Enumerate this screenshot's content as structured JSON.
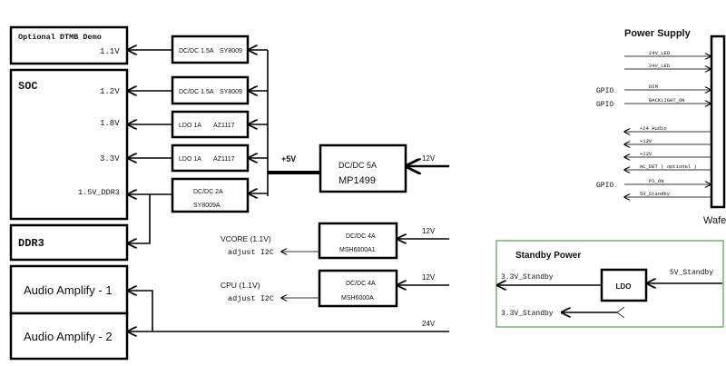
{
  "left_blocks": {
    "dtmb": {
      "title": "Optional DTMB Demo",
      "rail": "1.1V"
    },
    "soc": {
      "title": "SOC",
      "rails": [
        "1.2V",
        "1.8V",
        "3.3V",
        "1.5V_DDR3"
      ]
    },
    "ddr3": {
      "title": "DDR3"
    },
    "amp1": {
      "title": "Audio Amplify - 1"
    },
    "amp2": {
      "title": "Audio Amplify - 2"
    }
  },
  "regulators": [
    {
      "type": "DC/DC 1.5A",
      "part": "SY8009"
    },
    {
      "type": "DC/DC 1.5A",
      "part": "SY8009"
    },
    {
      "type": "LDO 1A",
      "part": "AZ1117"
    },
    {
      "type": "LDO 1A",
      "part": "AZ1117"
    },
    {
      "type": "DC/DC 2A",
      "part": "SY8009A"
    }
  ],
  "main_converter": {
    "type": "DC/DC 5A",
    "part": "MP1499",
    "output": "+5V",
    "input": "12V"
  },
  "vcore": {
    "label": "VCORE (1.1V)",
    "adjust": "adjust  I2C",
    "type": "DC/DC 4A",
    "part": "MSH6000A1",
    "input": "12V"
  },
  "cpu": {
    "label": "CPU (1.1V)",
    "adjust": "adjust  I2C",
    "type": "DC/DC 4A",
    "part": "MSH6000A",
    "input": "12V"
  },
  "audio_rail": "24V",
  "power_supply": {
    "title": "Power Supply",
    "connector": "Wafe",
    "signals": [
      {
        "label": "24V_LED",
        "gpio": "",
        "dir": "in"
      },
      {
        "label": "24V_LED",
        "gpio": "",
        "dir": "in"
      },
      {
        "label": "DIM",
        "gpio": "GPIO",
        "dir": "in"
      },
      {
        "label": "BACKLIGHT_ON",
        "gpio": "GPIO",
        "dir": "in"
      },
      {
        "label": "+24 Audio",
        "gpio": "",
        "dir": "out"
      },
      {
        "label": "+12V",
        "gpio": "",
        "dir": "out"
      },
      {
        "label": "+12V",
        "gpio": "",
        "dir": "out"
      },
      {
        "label": "AC_DET ( optional )",
        "gpio": "",
        "dir": "out"
      },
      {
        "label": "PS_ON",
        "gpio": "GPIO",
        "dir": "in"
      },
      {
        "label": "5V_Standby",
        "gpio": "",
        "dir": "out"
      }
    ]
  },
  "standby": {
    "title": "Standby Power",
    "ldo": "LDO",
    "input": "5V_Standby",
    "out1": "3.3V_Standby",
    "out2": "3.3V_Standby"
  }
}
